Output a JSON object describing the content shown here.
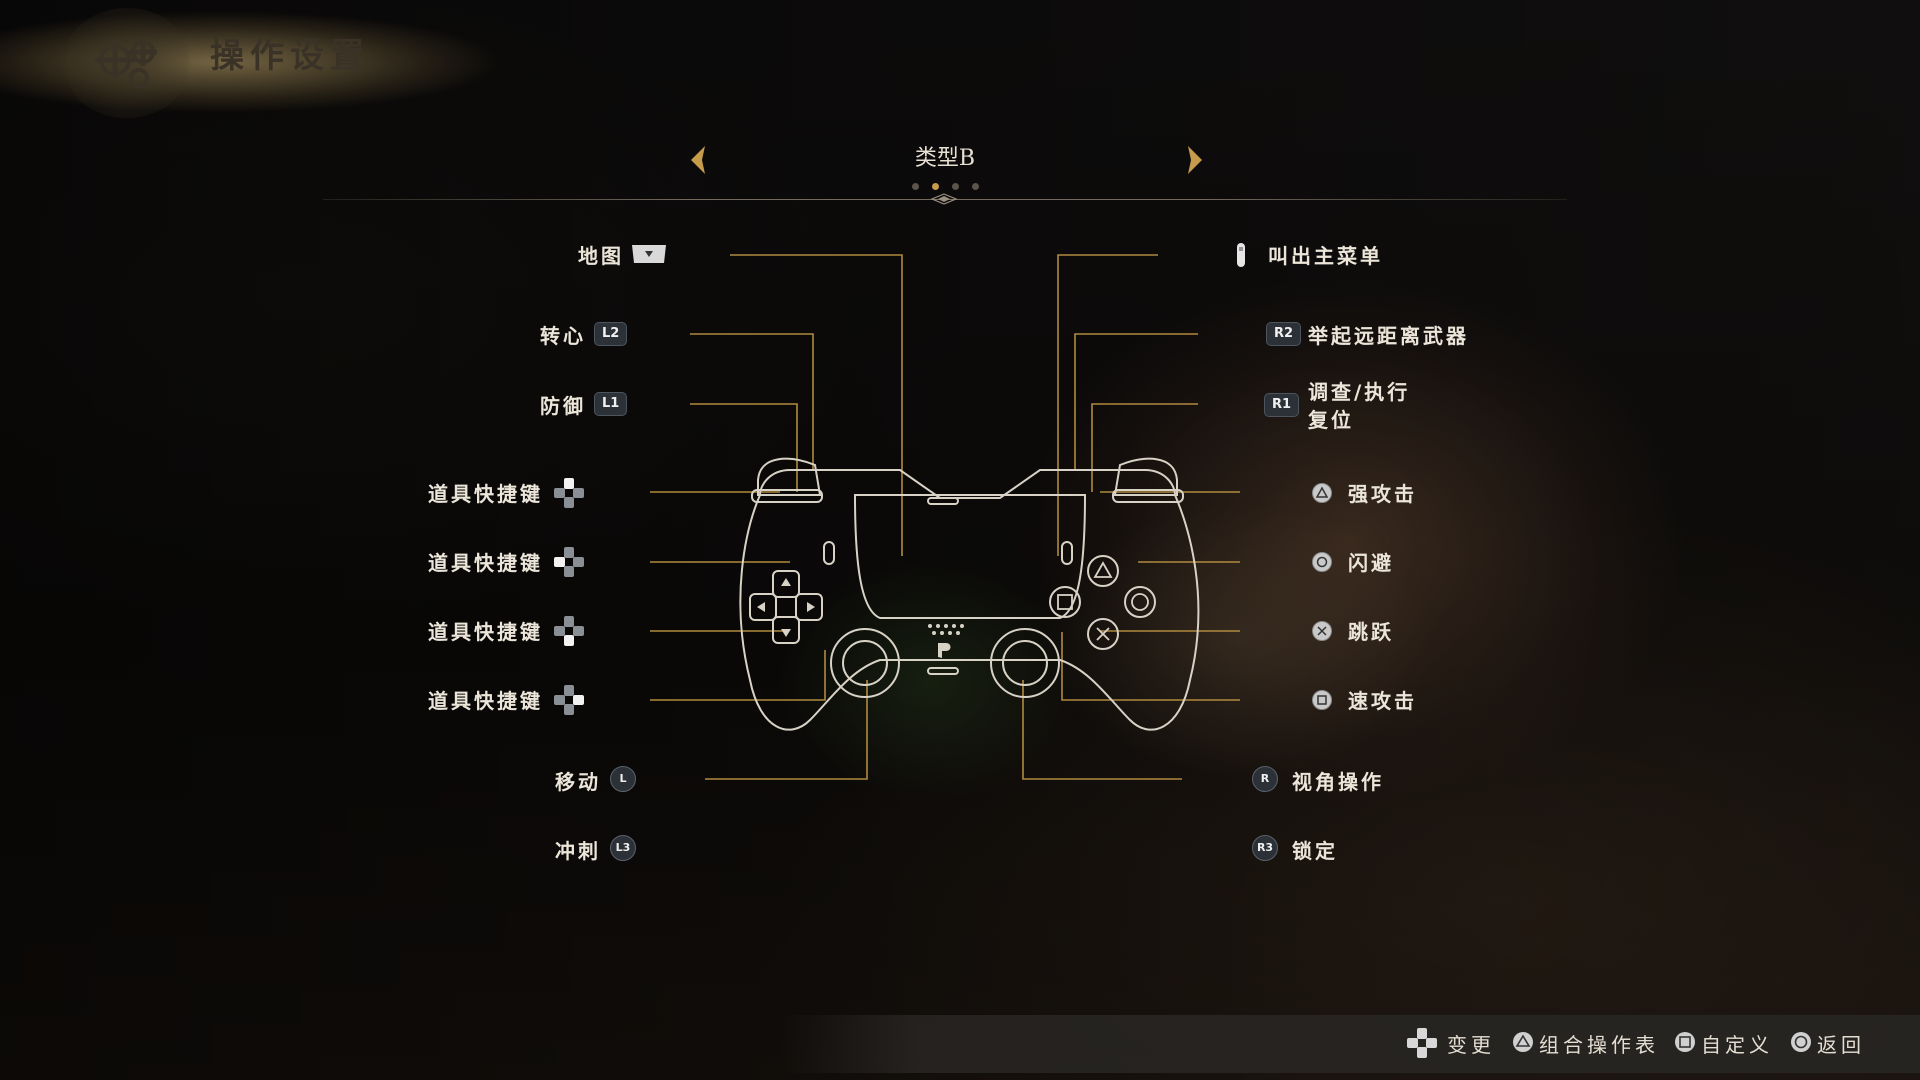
{
  "header": {
    "title": "操作设置",
    "emblem_icon": "gear-cluster-icon"
  },
  "layout_selector": {
    "current": "类型B",
    "prev_icon": "chevron-left-icon",
    "next_icon": "chevron-right-icon",
    "page_count": 4,
    "active_page": 2
  },
  "mappings_left": [
    {
      "action": "地图",
      "button": "",
      "icon": "touchpad-down-icon"
    },
    {
      "action": "转心",
      "button": "L2"
    },
    {
      "action": "防御",
      "button": "L1"
    },
    {
      "action": "道具快捷键",
      "icon": "dpad-up-icon"
    },
    {
      "action": "道具快捷键",
      "icon": "dpad-left-icon"
    },
    {
      "action": "道具快捷键",
      "icon": "dpad-down-icon"
    },
    {
      "action": "道具快捷键",
      "icon": "dpad-right-icon"
    },
    {
      "action": "移动",
      "button": "L"
    },
    {
      "action": "冲刺",
      "button": "L3"
    }
  ],
  "mappings_right": [
    {
      "action": "叫出主菜单",
      "icon": "options-button-icon"
    },
    {
      "action": "举起远距离武器",
      "button": "R2"
    },
    {
      "action_line1": "调查/执行",
      "action_line2": "复位",
      "button": "R1"
    },
    {
      "action": "强攻击",
      "icon": "triangle-button-icon"
    },
    {
      "action": "闪避",
      "icon": "circle-button-icon"
    },
    {
      "action": "跳跃",
      "icon": "cross-button-icon"
    },
    {
      "action": "速攻击",
      "icon": "square-button-icon"
    },
    {
      "action": "视角操作",
      "button": "R"
    },
    {
      "action": "锁定",
      "button": "R3"
    }
  ],
  "bottom_bar": [
    {
      "label": "变更",
      "icon": "dpad-icon"
    },
    {
      "label": "组合操作表",
      "icon": "triangle-button-icon"
    },
    {
      "label": "自定义",
      "icon": "square-button-icon"
    },
    {
      "label": "返回",
      "icon": "circle-button-icon"
    }
  ],
  "colors": {
    "accent_gold": "#c79b4c",
    "leader_line": "#b08a3e",
    "text": "#ece6da"
  }
}
